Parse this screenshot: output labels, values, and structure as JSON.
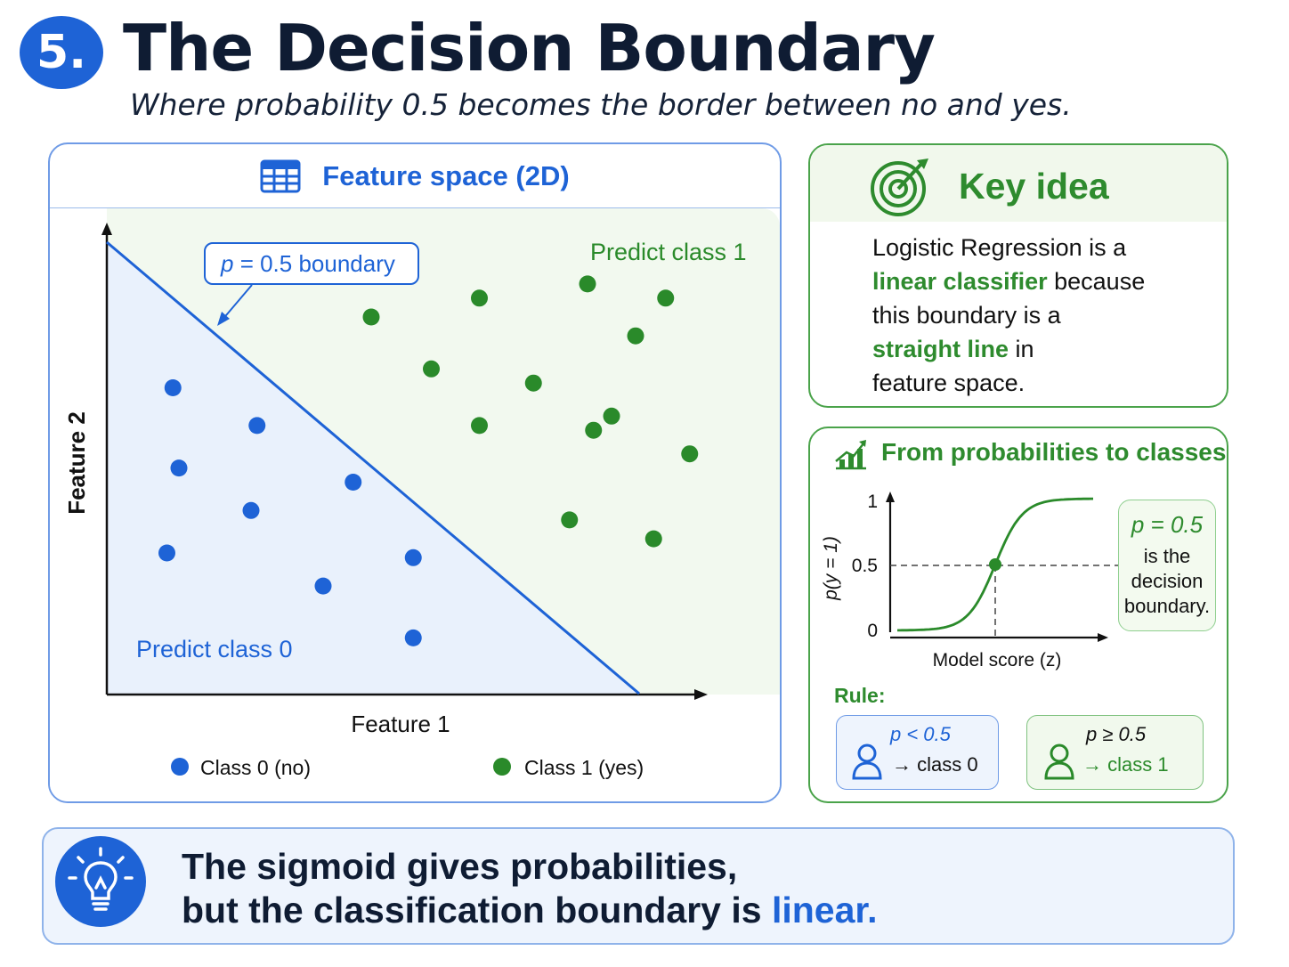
{
  "header": {
    "number": "5.",
    "title": "The Decision Boundary",
    "subtitle": "Where probability 0.5 becomes the border between no and yes."
  },
  "feature_space": {
    "title": "Feature space (2D)",
    "icon": "table-icon",
    "boundary_label_p": "p",
    "boundary_label_rest": " = 0.5 boundary",
    "region_class1_label": "Predict class 1",
    "region_class0_label": "Predict class 0",
    "xlabel": "Feature 1",
    "ylabel": "Feature 2",
    "legend": [
      {
        "label": "Class 0 (no)",
        "color": "#1e63d6"
      },
      {
        "label": "Class 1 (yes)",
        "color": "#2a8a2a"
      }
    ],
    "class0_points": [
      [
        0.11,
        0.65
      ],
      [
        0.25,
        0.57
      ],
      [
        0.12,
        0.48
      ],
      [
        0.41,
        0.45
      ],
      [
        0.24,
        0.39
      ],
      [
        0.1,
        0.3
      ],
      [
        0.36,
        0.23
      ],
      [
        0.51,
        0.29
      ],
      [
        0.51,
        0.12
      ]
    ],
    "class1_points": [
      [
        0.44,
        0.8
      ],
      [
        0.62,
        0.84
      ],
      [
        0.8,
        0.87
      ],
      [
        0.93,
        0.84
      ],
      [
        0.88,
        0.76
      ],
      [
        0.54,
        0.69
      ],
      [
        0.71,
        0.66
      ],
      [
        0.62,
        0.57
      ],
      [
        0.84,
        0.59
      ],
      [
        0.97,
        0.51
      ],
      [
        0.77,
        0.37
      ],
      [
        0.91,
        0.33
      ],
      [
        0.81,
        0.56
      ]
    ],
    "colors": {
      "class0": "#1e63d6",
      "class1": "#2a8a2a",
      "boundary": "#1e63d6"
    }
  },
  "key_idea": {
    "title": "Key idea",
    "icon": "target-icon",
    "t1": "Logistic Regression is a",
    "t2": "linear classifier",
    "t3": " because",
    "t4": "this boundary is a",
    "t5": "straight line",
    "t6": " in",
    "t7": "feature space."
  },
  "prob_to_class": {
    "title": "From probabilities to classes",
    "icon": "chart-growth-icon",
    "ylabel": "p(y = 1)",
    "xlabel": "Model score (z)",
    "yticks": [
      "1",
      "0.5",
      "0"
    ],
    "callout_p": "p = 0.5",
    "callout_text_1": "is the",
    "callout_text_2": "decision",
    "callout_text_3": "boundary.",
    "rule_label": "Rule:",
    "rules": [
      {
        "cond": "p < 0.5",
        "out": "→ class 0"
      },
      {
        "cond": "p ≥ 0.5",
        "out": "→ class 1"
      }
    ]
  },
  "chart_data": {
    "type": "line",
    "ylabel": "p(y = 1)",
    "xlabel": "Model score (z)",
    "ylim": [
      0,
      1
    ],
    "yticks": [
      0,
      0.5,
      1
    ],
    "series": [
      {
        "values": [
          0.01,
          0.03,
          0.08,
          0.2,
          0.5,
          0.8,
          0.92,
          0.97,
          0.99
        ]
      }
    ],
    "x": [
      -4,
      -3,
      -2,
      -1,
      0,
      1,
      2,
      3,
      4
    ],
    "highlight_point": {
      "x": 0,
      "y": 0.5
    }
  },
  "banner": {
    "icon": "lightbulb-icon",
    "line1": "The sigmoid gives probabilities,",
    "line2": "but the classification boundary is ",
    "line2_highlight": "linear."
  }
}
